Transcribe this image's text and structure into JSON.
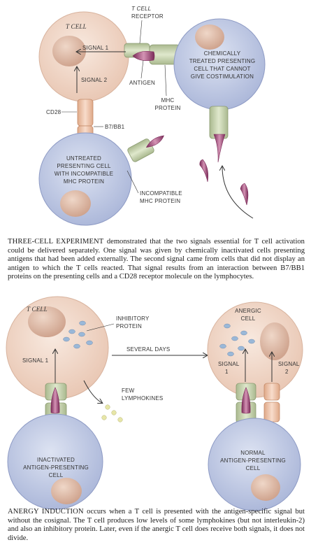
{
  "top": {
    "t_cell": "T CELL",
    "t_cell_receptor_1": "T CELL",
    "t_cell_receptor_2": "RECEPTOR",
    "signal1": "SIGNAL 1",
    "signal2": "SIGNAL 2",
    "antigen": "ANTIGEN",
    "mhc_1": "MHC",
    "mhc_2": "PROTEIN",
    "chem_1": "CHEMICALLY",
    "chem_2": "TREATED PRESENTING",
    "chem_3": "CELL THAT CANNOT",
    "chem_4": "GIVE COSTIMULATION",
    "cd28": "CD28",
    "b7": "B7/BB1",
    "untreated_1": "UNTREATED",
    "untreated_2": "PRESENTING CELL",
    "untreated_3": "WITH INCOMPATIBLE",
    "untreated_4": "MHC PROTEIN",
    "incompatible_1": "INCOMPATIBLE",
    "incompatible_2": "MHC PROTEIN"
  },
  "caption1": {
    "lead": "THREE-CELL EXPERIMENT",
    "text": " demonstrated that the two signals essential for T cell activation could be delivered separately. One signal was given by chemically inactivated cells presenting antigens that had been added externally. The second signal came from cells that did not display an antigen to which the T cells reacted. That signal results from an interaction between B7/BB1 proteins on the presenting cells and a CD28 receptor molecule on the lymphocytes."
  },
  "bottom": {
    "t_cell": "T CELL",
    "inhibitory_1": "INHIBITORY",
    "inhibitory_2": "PROTEIN",
    "several_days": "SEVERAL DAYS",
    "signal1_left": "SIGNAL 1",
    "few_1": "FEW",
    "few_2": "LYMPHOKINES",
    "inactivated_1": "INACTIVATED",
    "inactivated_2": "ANTIGEN-PRESENTING",
    "inactivated_3": "CELL",
    "anergic_1": "ANERGIC",
    "anergic_2": "CELL",
    "signal_r1_a": "SIGNAL",
    "signal_r1_b": "1",
    "signal_r2_a": "SIGNAL",
    "signal_r2_b": "2",
    "normal_1": "NORMAL",
    "normal_2": "ANTIGEN-PRESENTING",
    "normal_3": "CELL"
  },
  "caption2": {
    "lead": "ANERGY INDUCTION",
    "text": " occurs when a T cell is presented with the antigen-specific signal but without the cosignal. The T cell produces low levels of some lymphokines (but not interleukin-2) and also an inhibitory protein. Later, even if the anergic T cell does receive both signals, it does not divide."
  },
  "colors": {
    "t_cell": "#f3ddd0",
    "nucleus": "#e2c0ac",
    "blue_cell": "#c4cde6",
    "receptor": "#c9d6b4",
    "antigen": "#9c3f73",
    "cd28": "#f0c6a8",
    "dot": "#9ab8d8",
    "lymphokine": "#e7e6a8"
  }
}
